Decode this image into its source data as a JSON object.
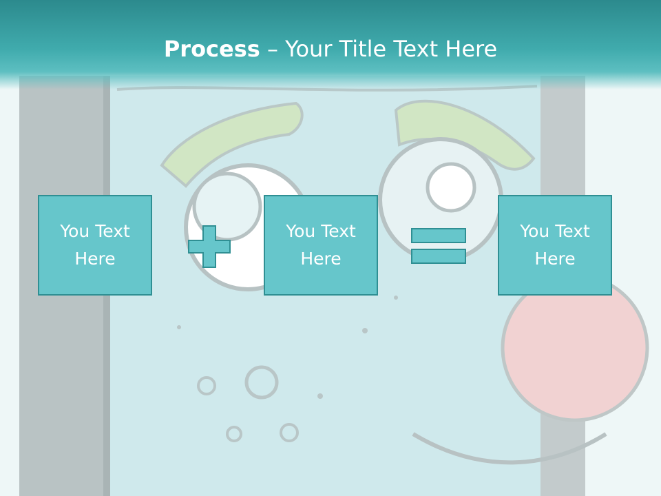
{
  "slide": {
    "title_bold": "Process",
    "title_rest": " – Your Title Text Here",
    "boxes": [
      {
        "label": "You Text Here"
      },
      {
        "label": "You Text Here"
      },
      {
        "label": "You Text Here"
      }
    ],
    "operators": [
      "plus-icon",
      "equals-icon"
    ],
    "colors": {
      "title_bar": "#40abad",
      "box_fill": "#66c6cb",
      "box_border": "#2f8f93",
      "operator_fill": "#66c6cb"
    }
  }
}
